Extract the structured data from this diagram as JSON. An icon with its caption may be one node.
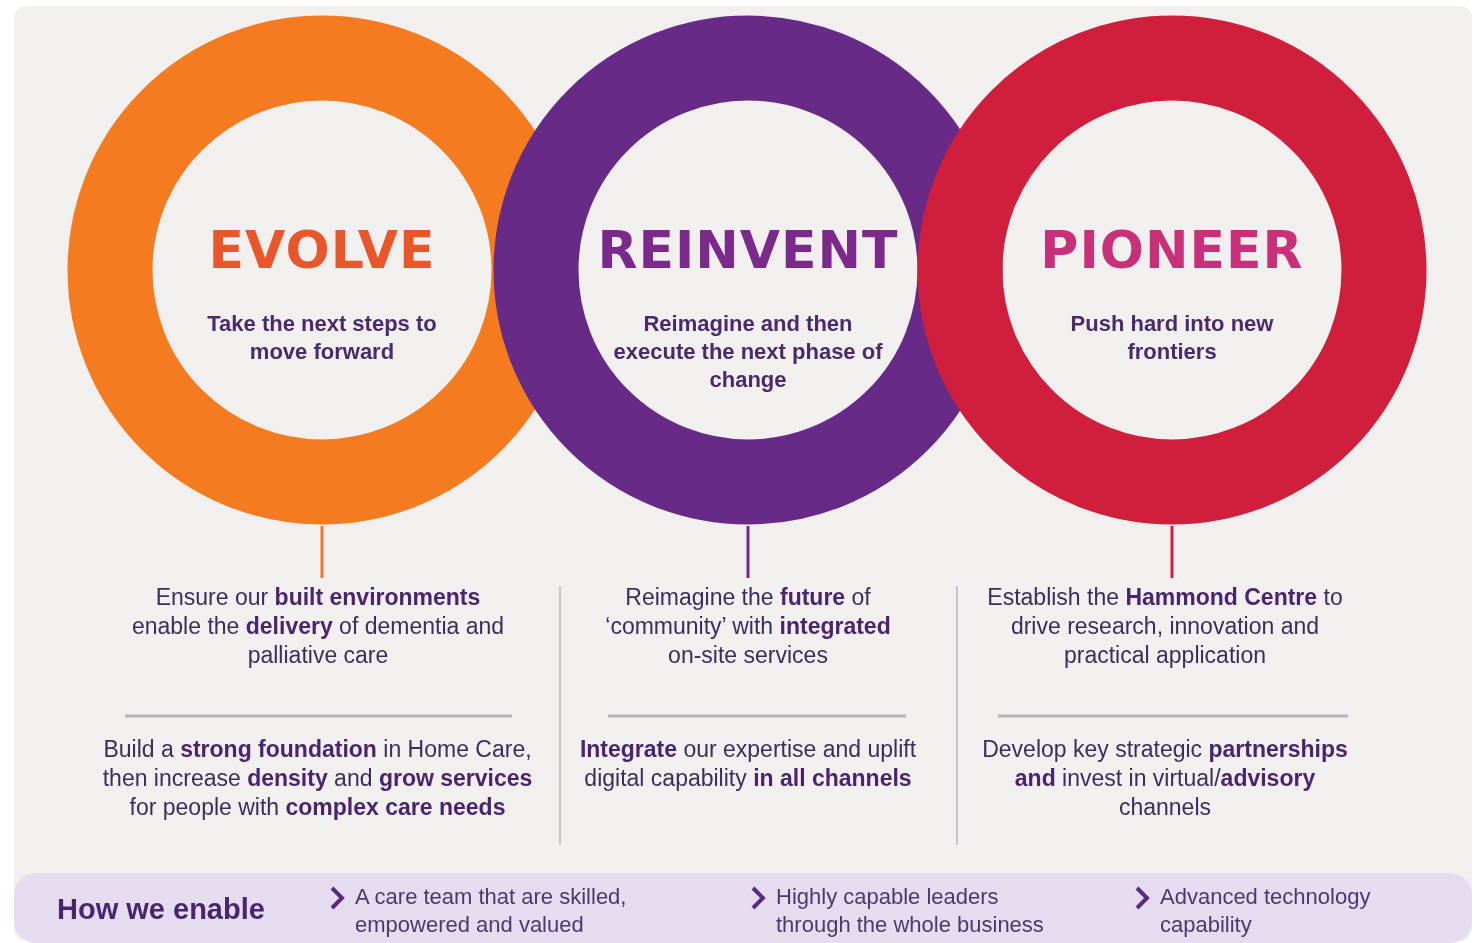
{
  "diagram": {
    "nodes": [
      {
        "text": [
          "EVOLVE",
          "Take the next steps to move forward"
        ]
      },
      {
        "text": [
          "REINVENT",
          "Reimagine and then execute the next phase of change"
        ]
      },
      {
        "text": [
          "PIONEER",
          "Push hard into new frontiers"
        ]
      },
      {
        "text": [
          "Ensure our **built environments** enable the **delivery** of dementia and palliative care"
        ]
      },
      {
        "text": [
          "Build a **strong foundation** in Home Care, then increase **density** and **grow services** for people with **complex care needs**"
        ]
      },
      {
        "text": [
          "Reimagine the **future** of ‘community’ with **integrated** on-site services"
        ]
      },
      {
        "text": [
          "**Integrate** our expertise and uplift digital capability **in all channels**"
        ]
      },
      {
        "text": [
          "Establish the **Hammond Centre** to drive research, innovation and practical application"
        ]
      },
      {
        "text": [
          "Develop key strategic **partnerships and** invest in virtual/**advisory** channels"
        ]
      },
      {
        "text": [
          "How we enable",
          "A care team that are skilled, empowered and valued",
          "Highly capable leaders through the whole business",
          "Advanced technology capability"
        ]
      }
    ],
    "edges": [
      {
        "from": 0,
        "to": 3,
        "arrow": "none",
        "color": "#f07a22"
      },
      {
        "from": 1,
        "to": 5,
        "arrow": "none",
        "color": "#6a2a8a"
      },
      {
        "from": 2,
        "to": 7,
        "arrow": "none",
        "color": "#d11f3e"
      }
    ]
  }
}
